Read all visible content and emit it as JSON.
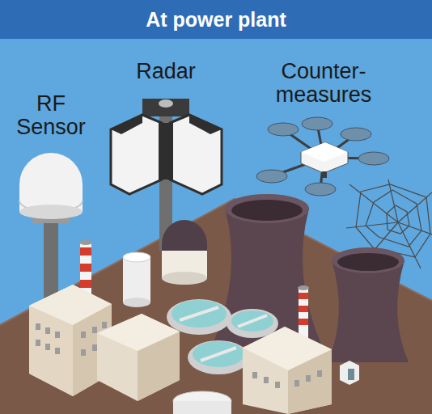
{
  "diagram": {
    "title": "At power plant",
    "labels": [
      "RF Sensor",
      "Radar",
      "Counter- measures"
    ]
  }
}
